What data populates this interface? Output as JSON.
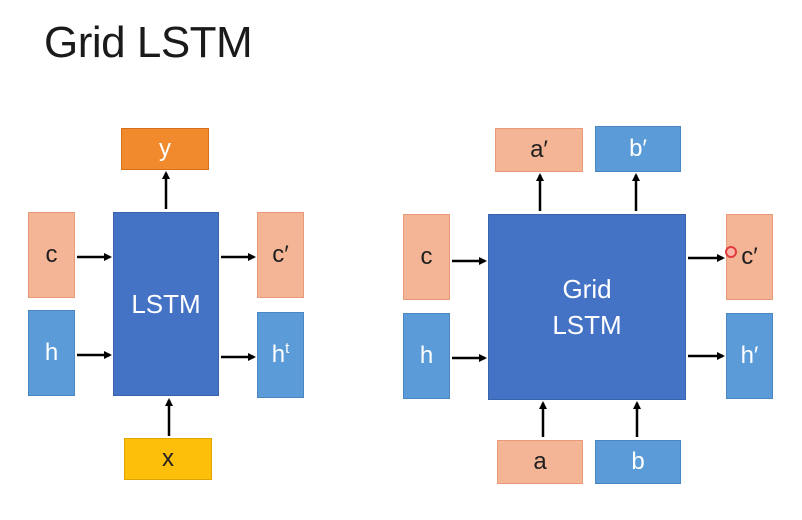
{
  "title": "Grid LSTM",
  "left_diagram": {
    "core_label": "LSTM",
    "top_output": "y",
    "bottom_input": "x",
    "left_inputs": [
      "c",
      "h"
    ],
    "right_outputs": {
      "c_prime": "c′",
      "h_base": "h",
      "h_sup": "t"
    }
  },
  "right_diagram": {
    "core_line1": "Grid",
    "core_line2": "LSTM",
    "top_outputs": [
      "a′",
      "b′"
    ],
    "bottom_inputs": [
      "a",
      "b"
    ],
    "left_inputs": [
      "c",
      "h"
    ],
    "right_outputs": [
      "c′",
      "h′"
    ]
  },
  "colors": {
    "core": "#4472c4",
    "salmon": "#f4b496",
    "blue_light": "#5b9bd8",
    "orange_dark": "#f08a2c",
    "yellow": "#fdbf0a"
  }
}
